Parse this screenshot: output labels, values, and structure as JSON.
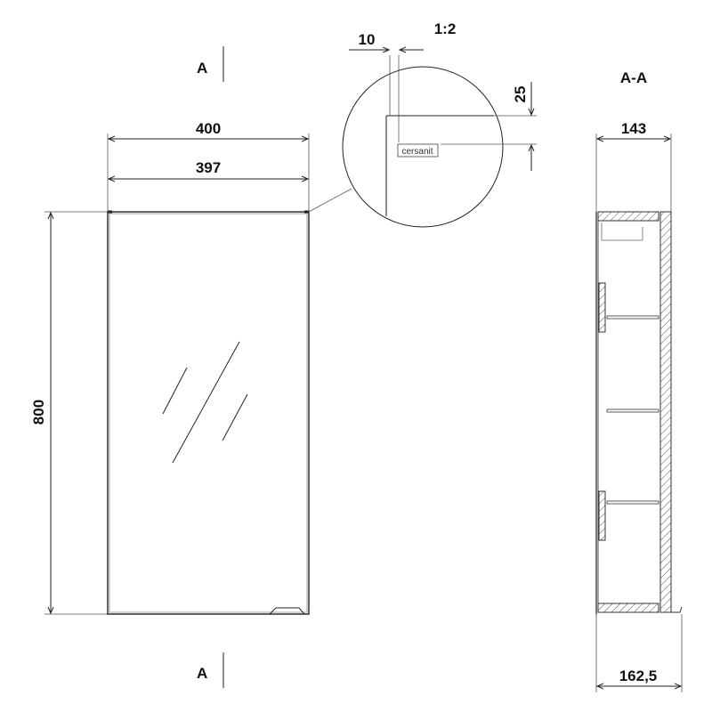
{
  "front_view": {
    "section_mark_top": "A",
    "section_mark_bottom": "A",
    "width_outer": "400",
    "width_inner": "397",
    "height": "800"
  },
  "detail_view": {
    "scale": "1:2",
    "offset_dim": "10",
    "vertical_dim": "25",
    "brand_label": "cersanit"
  },
  "section_view": {
    "title": "A-A",
    "depth_top": "143",
    "depth_bottom": "162,5"
  }
}
